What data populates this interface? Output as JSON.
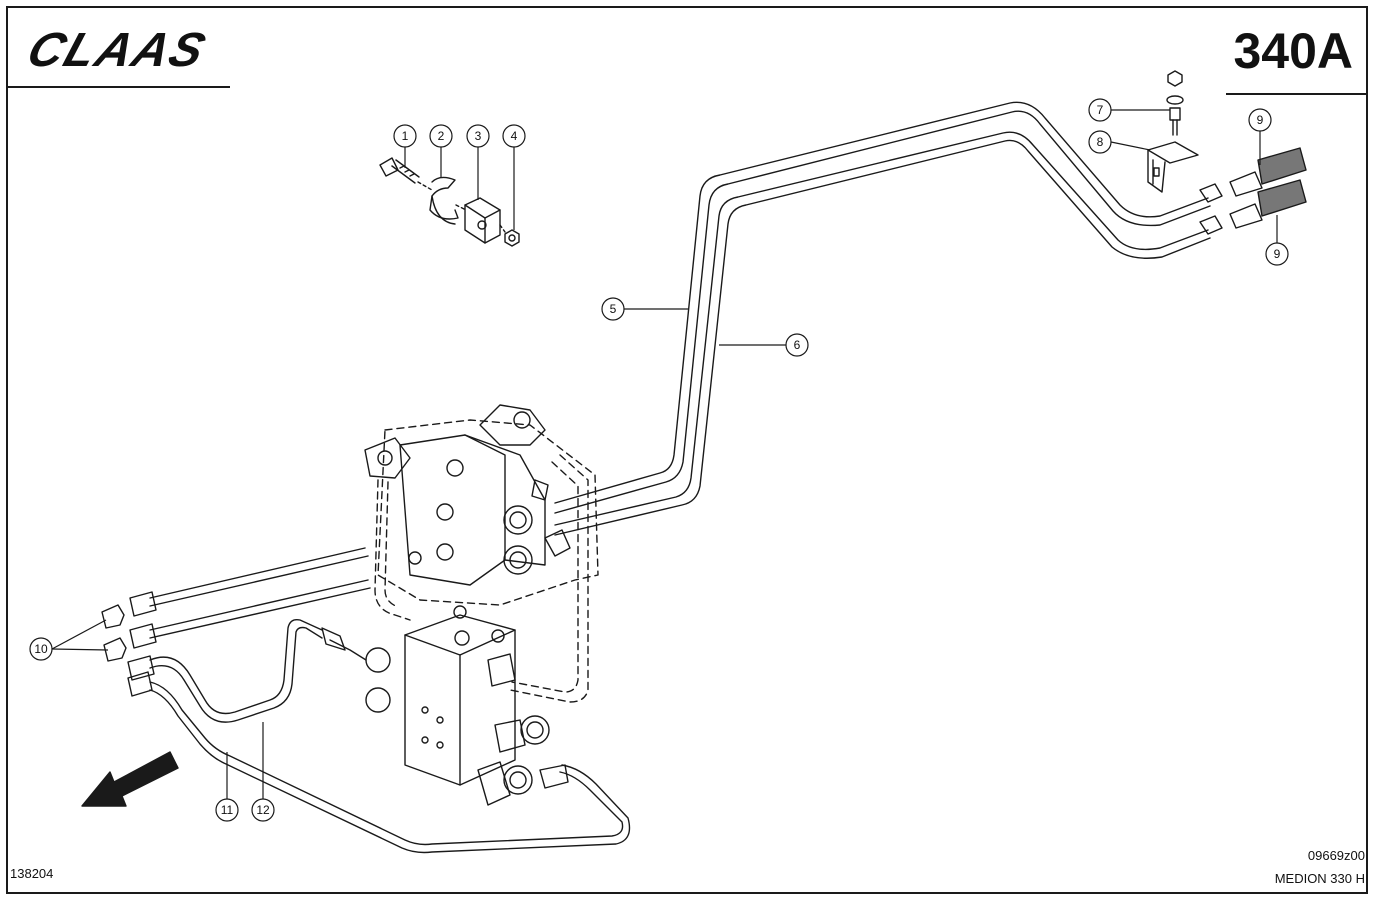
{
  "header": {
    "brand": "CLAAS",
    "page_code": "340A"
  },
  "footer": {
    "document_number": "138204",
    "drawing_number": "09669z00",
    "model": "MEDION 330 H"
  },
  "callouts": [
    "1",
    "2",
    "3",
    "4",
    "5",
    "6",
    "7",
    "8",
    "9",
    "9",
    "10",
    "11",
    "12"
  ],
  "colors": {
    "ink": "#1a1a1a",
    "paper": "#ffffff"
  }
}
